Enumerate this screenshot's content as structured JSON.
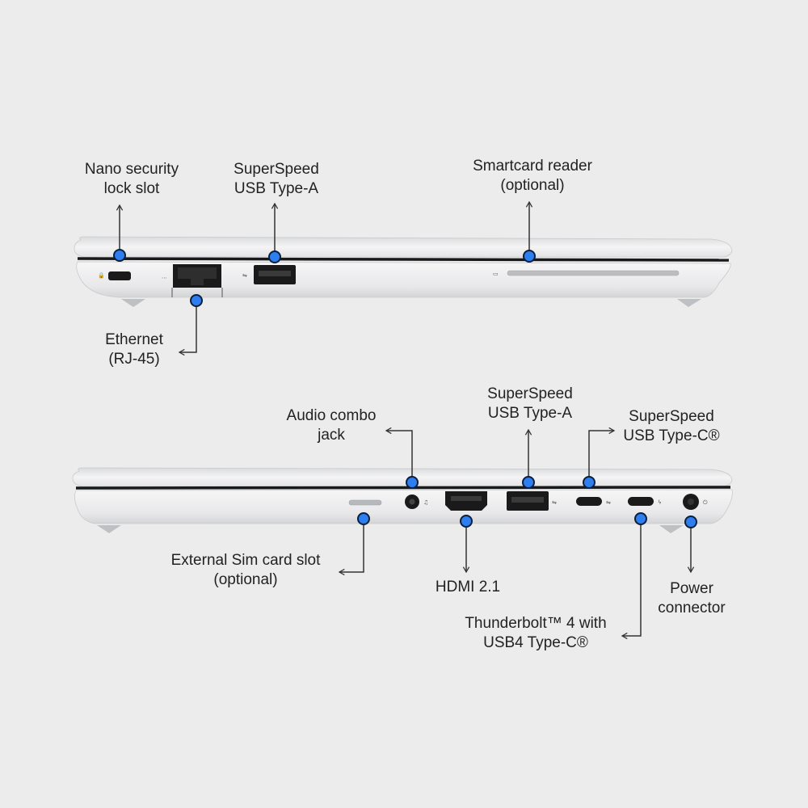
{
  "colors": {
    "background": "#ececec",
    "chassis": "#e9e9eb",
    "port": "#1a1a1a",
    "marker": "#2d7ff0",
    "marker_outline": "#0b1f3d",
    "line": "#333333",
    "text": "#222222"
  },
  "top_side": {
    "labels": {
      "nano_lock": [
        "Nano security",
        "lock slot"
      ],
      "usb_a": [
        "SuperSpeed",
        "USB Type-A"
      ],
      "smartcard": [
        "Smartcard reader",
        "(optional)"
      ],
      "ethernet": [
        "Ethernet",
        "(RJ-45)"
      ]
    }
  },
  "bottom_side": {
    "labels": {
      "audio": [
        "Audio combo",
        "jack"
      ],
      "usb_a": [
        "SuperSpeed",
        "USB Type-A"
      ],
      "usb_c": [
        "SuperSpeed",
        "USB Type-C®"
      ],
      "sim": [
        "External Sim card slot",
        "(optional)"
      ],
      "hdmi": [
        "HDMI 2.1"
      ],
      "thunderbolt": [
        "Thunderbolt™ 4 with",
        "USB4 Type-C®"
      ],
      "power": [
        "Power",
        "connector"
      ]
    }
  }
}
